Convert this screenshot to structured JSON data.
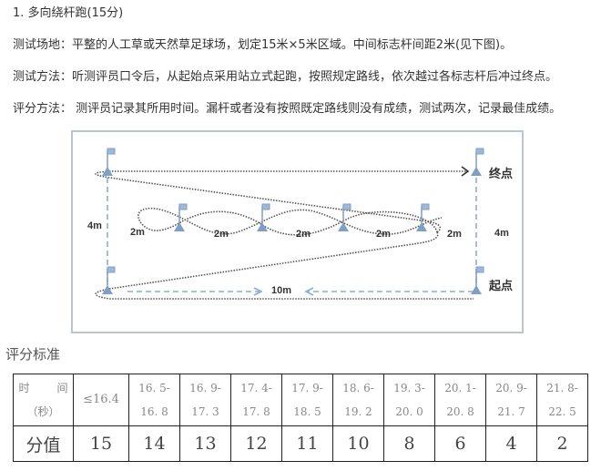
{
  "section": {
    "title": "1. 多向绕杆跑(15分)",
    "paragraphs": [
      "测试场地：平整的人工草或天然草足球场，划定15米×5米区域。中间标志杆间距2米(见下图)。",
      "测试方法：听测评员口令后，从起始点采用站立式起跑，按照规定路线，依次越过各标志杆后冲过终点。",
      "评分方法： 测评员记录其所用时间。漏杆或者没有按照既定路线则没有成绩，测试两次，记录最佳成绩。"
    ]
  },
  "diagram": {
    "labels": {
      "finish": "终点",
      "start": "起点",
      "left_height": "4m",
      "right_height": "4m",
      "bottom_distance": "10m",
      "gaps": [
        "2m",
        "2m",
        "2m",
        "2m",
        "2m"
      ]
    },
    "colors": {
      "flag": "#7f9fc4",
      "path": "#555555",
      "arrow": "#8aaed4",
      "frame": "#b9c6ce"
    }
  },
  "scoring": {
    "title": "评分标准",
    "row_header_time": [
      "时",
      "间",
      "（秒）"
    ],
    "row_header_score": "分值",
    "columns": [
      {
        "time": "≤16.4",
        "score": "15"
      },
      {
        "time_from": "16. 5-",
        "time_to": "16. 8",
        "score": "14"
      },
      {
        "time_from": "16. 9-",
        "time_to": "17. 3",
        "score": "13"
      },
      {
        "time_from": "17. 4-",
        "time_to": "17. 8",
        "score": "12"
      },
      {
        "time_from": "17. 9-",
        "time_to": "18. 5",
        "score": "11"
      },
      {
        "time_from": "18. 6-",
        "time_to": "19. 2",
        "score": "10"
      },
      {
        "time_from": "19. 3-",
        "time_to": "20. 0",
        "score": "8"
      },
      {
        "time_from": "20. 1-",
        "time_to": "20. 8",
        "score": "6"
      },
      {
        "time_from": "20. 9-",
        "time_to": "21. 7",
        "score": "4"
      },
      {
        "time_from": "21. 8-",
        "time_to": "22. 5",
        "score": "2"
      }
    ]
  }
}
